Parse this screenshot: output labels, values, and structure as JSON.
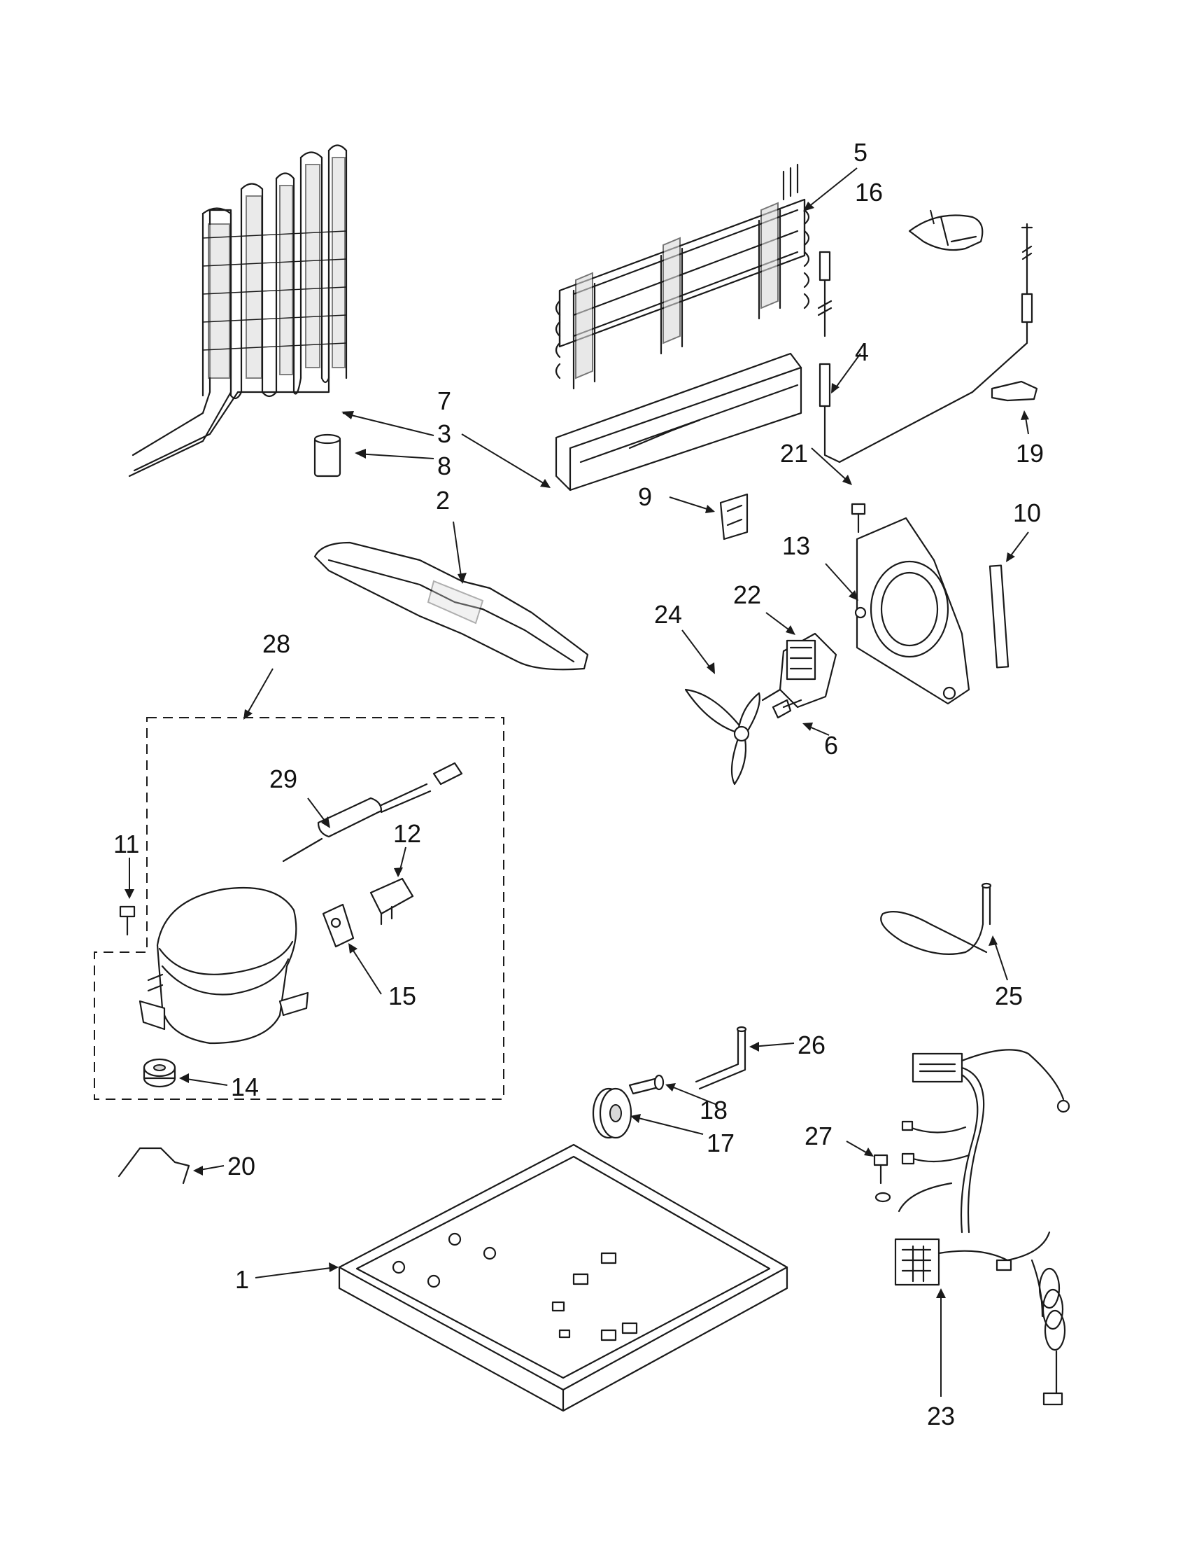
{
  "diagram": {
    "callouts": [
      {
        "id": "c1",
        "label": "1"
      },
      {
        "id": "c2",
        "label": "2"
      },
      {
        "id": "c3",
        "label": "3"
      },
      {
        "id": "c4",
        "label": "4"
      },
      {
        "id": "c5",
        "label": "5"
      },
      {
        "id": "c6",
        "label": "6"
      },
      {
        "id": "c7",
        "label": "7"
      },
      {
        "id": "c8",
        "label": "8"
      },
      {
        "id": "c9",
        "label": "9"
      },
      {
        "id": "c10",
        "label": "10"
      },
      {
        "id": "c11",
        "label": "11"
      },
      {
        "id": "c12",
        "label": "12"
      },
      {
        "id": "c13",
        "label": "13"
      },
      {
        "id": "c14",
        "label": "14"
      },
      {
        "id": "c15",
        "label": "15"
      },
      {
        "id": "c16",
        "label": "16"
      },
      {
        "id": "c17",
        "label": "17"
      },
      {
        "id": "c18",
        "label": "18"
      },
      {
        "id": "c19",
        "label": "19"
      },
      {
        "id": "c20",
        "label": "20"
      },
      {
        "id": "c21",
        "label": "21"
      },
      {
        "id": "c22",
        "label": "22"
      },
      {
        "id": "c23",
        "label": "23"
      },
      {
        "id": "c24",
        "label": "24"
      },
      {
        "id": "c25",
        "label": "25"
      },
      {
        "id": "c26",
        "label": "26"
      },
      {
        "id": "c27",
        "label": "27"
      },
      {
        "id": "c28",
        "label": "28"
      },
      {
        "id": "c29",
        "label": "29"
      }
    ],
    "icons": {
      "condenser": "condenser-coil-icon",
      "evaporator": "evaporator-coil-icon",
      "compressor": "compressor-icon",
      "fan": "fan-blade-icon",
      "base": "base-frame-icon",
      "harness": "wire-harness-icon"
    },
    "colors": {
      "ink": "#1a1a1a",
      "background": "#ffffff"
    }
  }
}
